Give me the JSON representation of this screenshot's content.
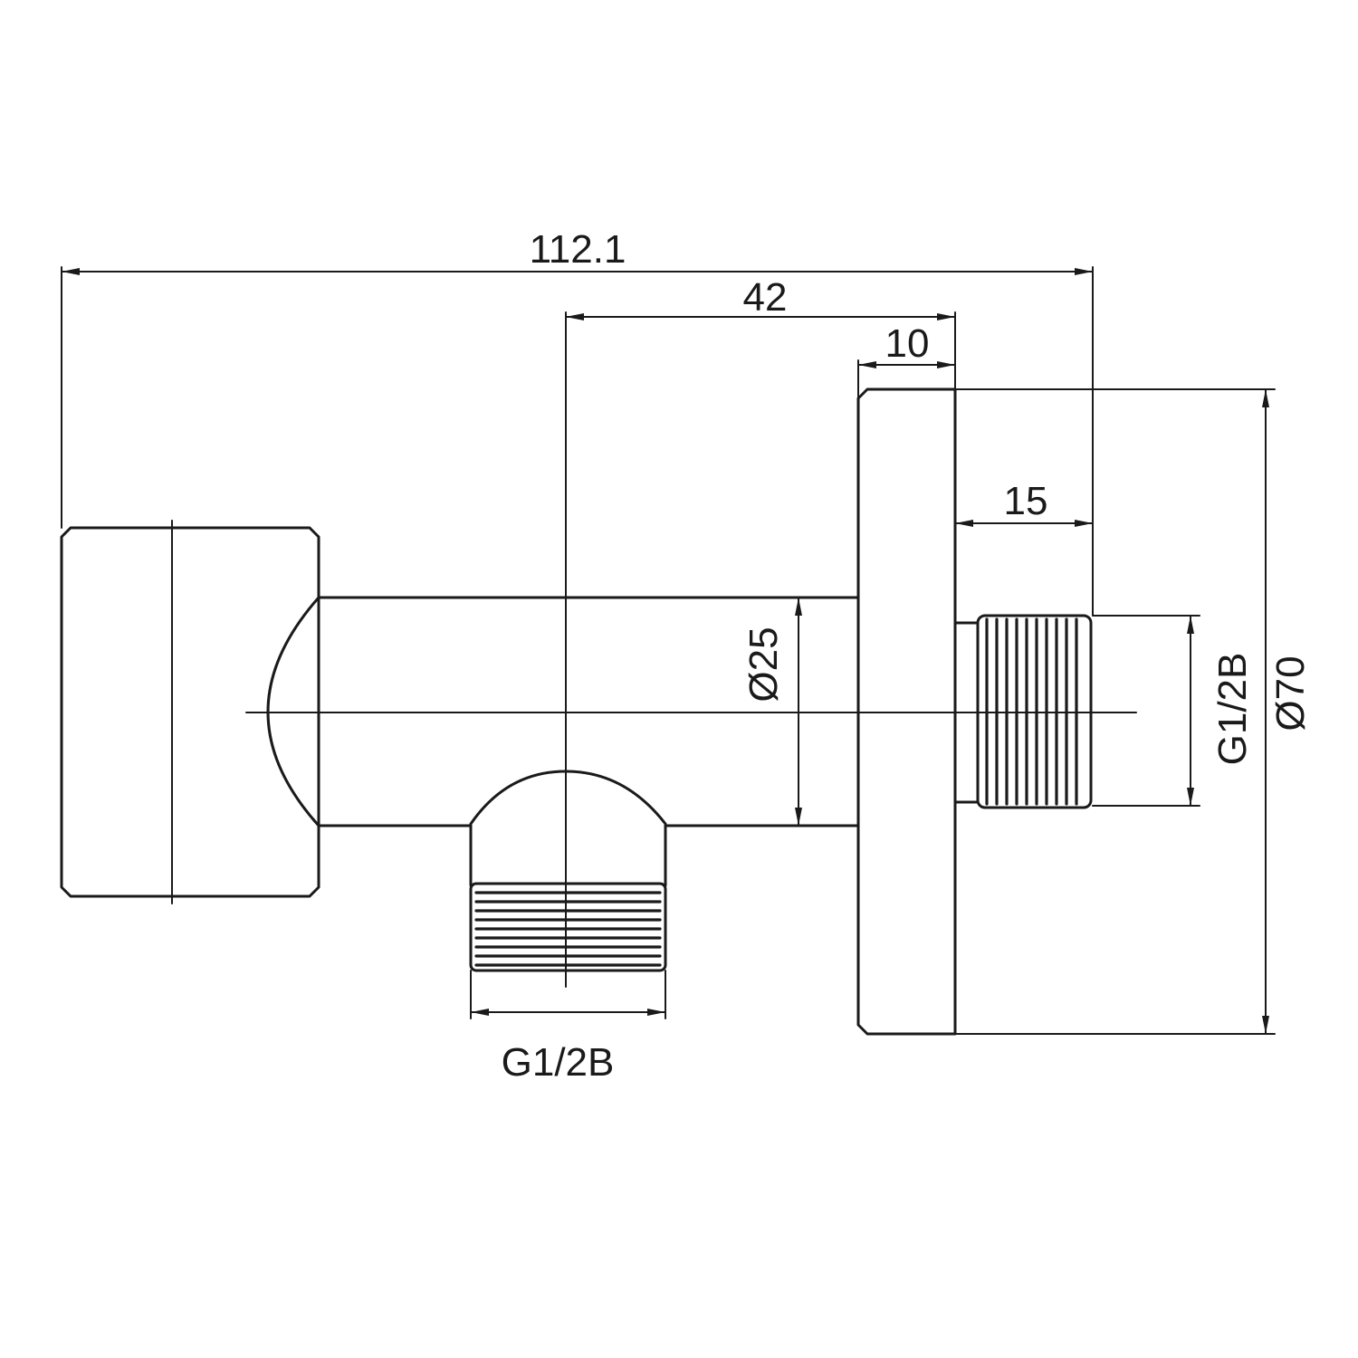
{
  "dimensions": {
    "overall_length": "112.1",
    "axis_to_flange": "42",
    "flange_thickness": "10",
    "thread_length": "15",
    "pipe_diameter": "Ø25",
    "flange_diameter": "Ø70",
    "rear_thread": "G1/2B",
    "outlet_thread": "G1/2B"
  },
  "colors": {
    "line": "#1a1a1a",
    "background": "#ffffff"
  }
}
